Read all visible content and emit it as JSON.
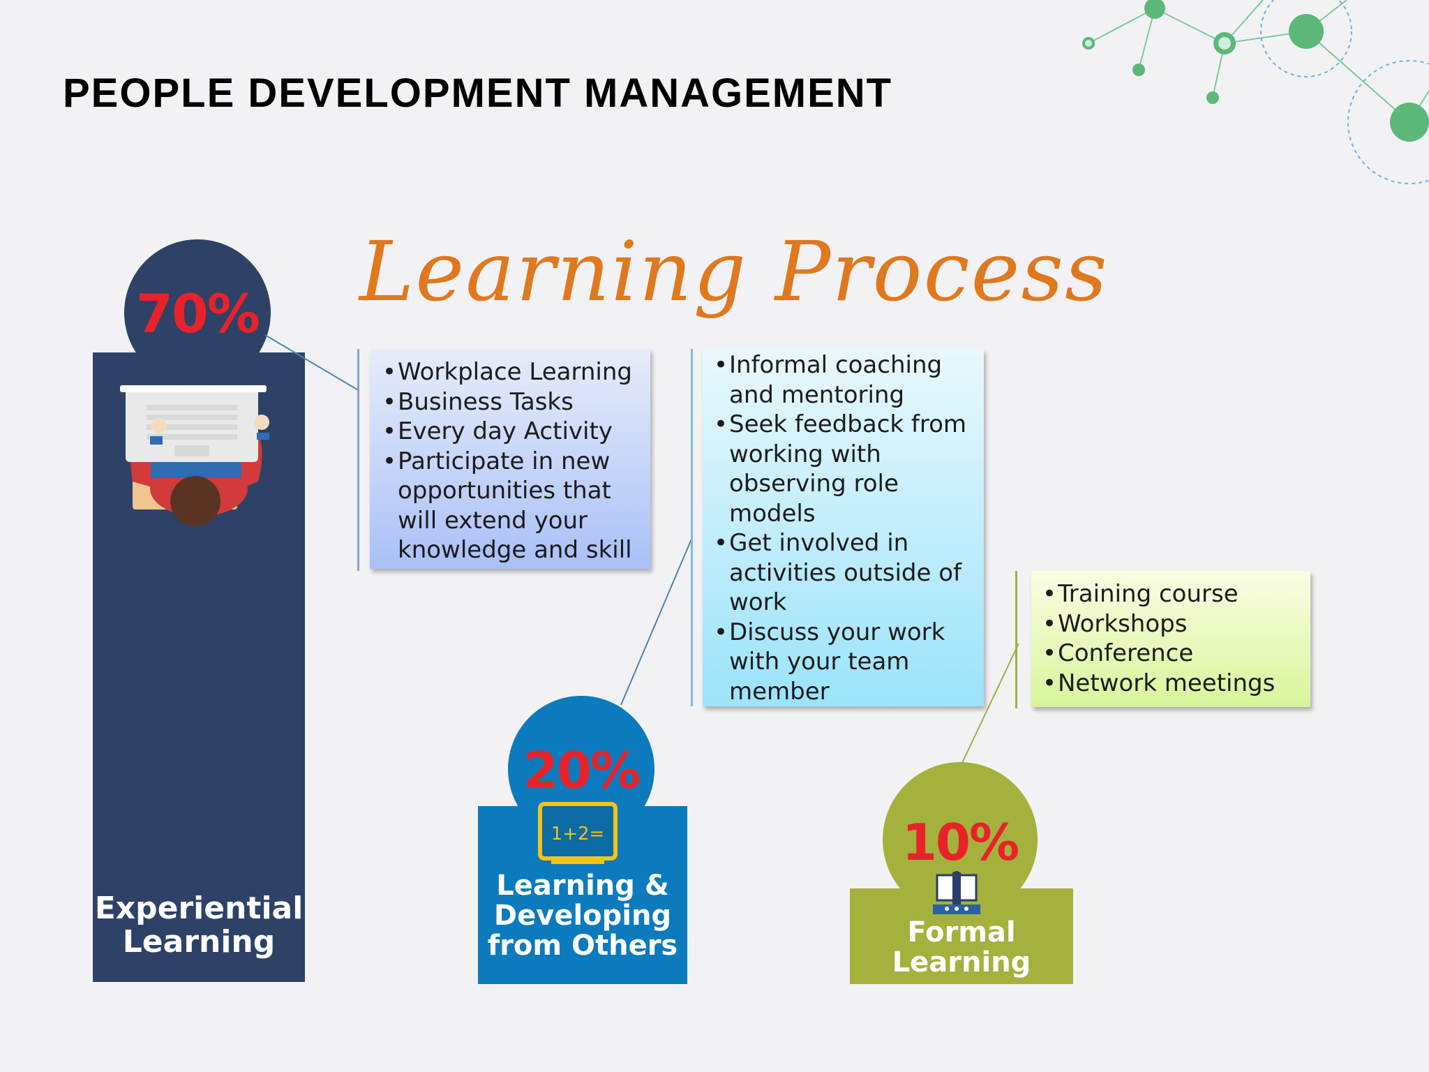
{
  "title": "PEOPLE DEVELOPMENT MANAGEMENT",
  "subtitle": "Learning Process",
  "colors": {
    "navy": "#2d4266",
    "blue": "#0c7bbd",
    "olive": "#a4b13d",
    "percent_red": "#e8222a",
    "script_orange": "#e0781e"
  },
  "columns": [
    {
      "percent": "70%",
      "label_line1": "Experiential",
      "label_line2": "Learning",
      "icon": "person-at-laptop-icon",
      "items": [
        "Workplace Learning",
        "Business Tasks",
        "Every day Activity",
        "Participate in new opportunities that will extend your knowledge and skill"
      ]
    },
    {
      "percent": "20%",
      "label_line1": "Learning &",
      "label_line2": "Developing",
      "label_line3": "from Others",
      "icon": "chalkboard-icon",
      "board_text": "1+2=",
      "items": [
        "Informal coaching and mentoring",
        "Seek feedback from working with observing role models",
        "Get involved in activities outside of work",
        "Discuss your work with your team member"
      ]
    },
    {
      "percent": "10%",
      "label_line1": "Formal",
      "label_line2": "Learning",
      "icon": "presenter-icon",
      "items": [
        "Training course",
        "Workshops",
        "Conference",
        "Network meetings"
      ]
    }
  ]
}
